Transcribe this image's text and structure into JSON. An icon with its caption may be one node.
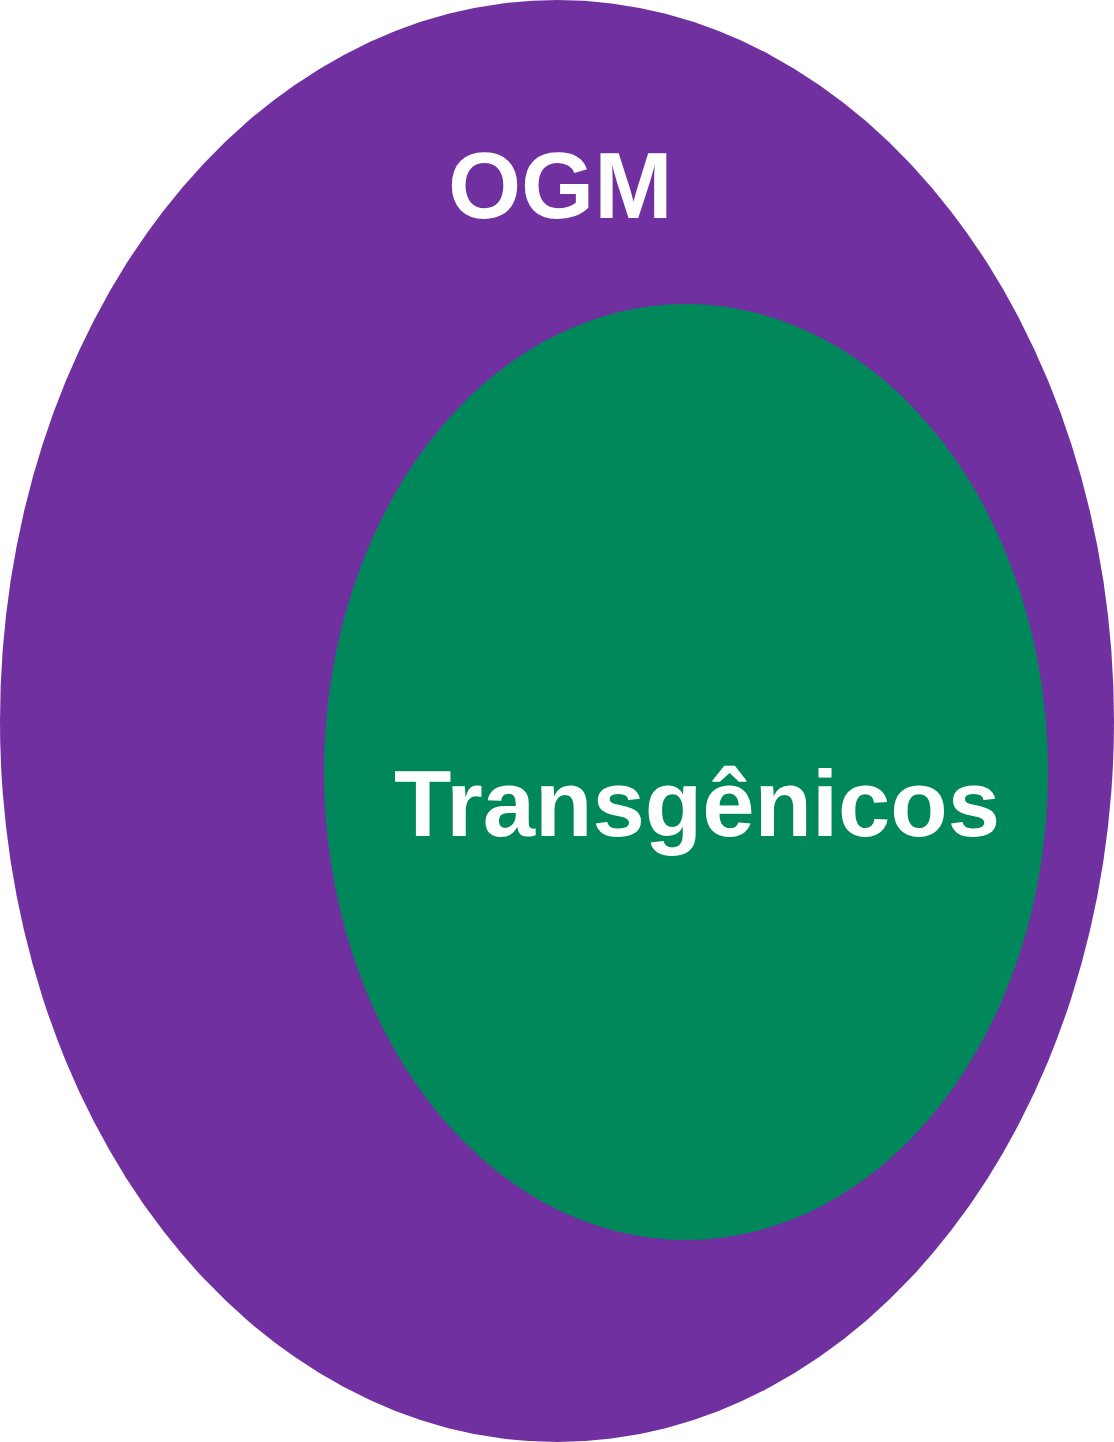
{
  "diagram": {
    "nodes": [
      {
        "text": [
          "OGM"
        ]
      },
      {
        "text": [
          "Transgênicos"
        ],
        "in": 0
      }
    ]
  }
}
